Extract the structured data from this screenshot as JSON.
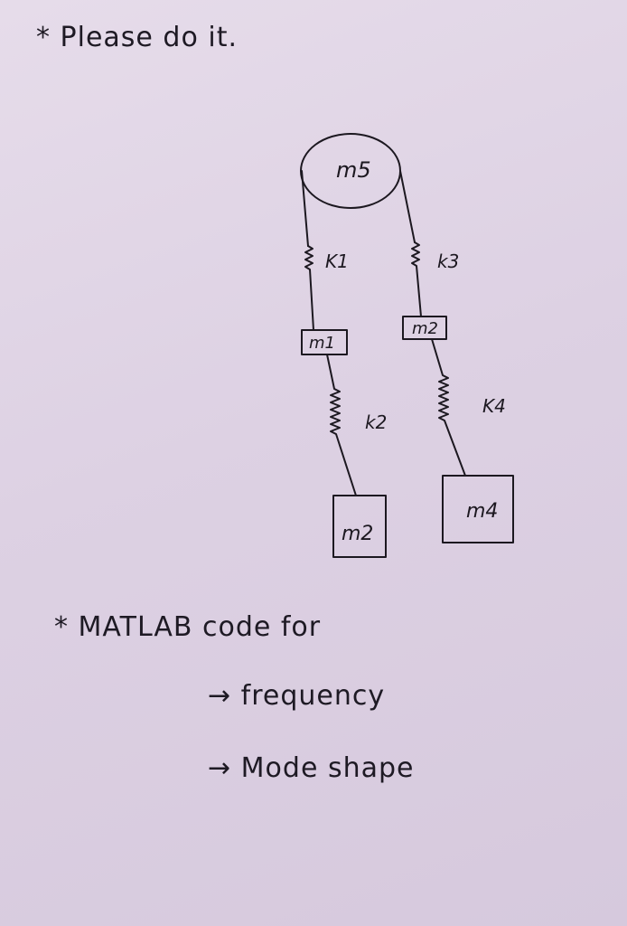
{
  "header": {
    "note": "* Please do it."
  },
  "diagram": {
    "pulley_mass": "m5",
    "springs": {
      "k1": "K1",
      "k2": "k2",
      "k3": "k3",
      "k4": "K4"
    },
    "masses": {
      "left_upper": "m1",
      "right_upper": "m2",
      "left_lower": "m2",
      "right_lower": "m4"
    }
  },
  "request": {
    "title": "* MATLAB code for",
    "items": [
      "→ frequency",
      "→ Mode shape"
    ]
  }
}
